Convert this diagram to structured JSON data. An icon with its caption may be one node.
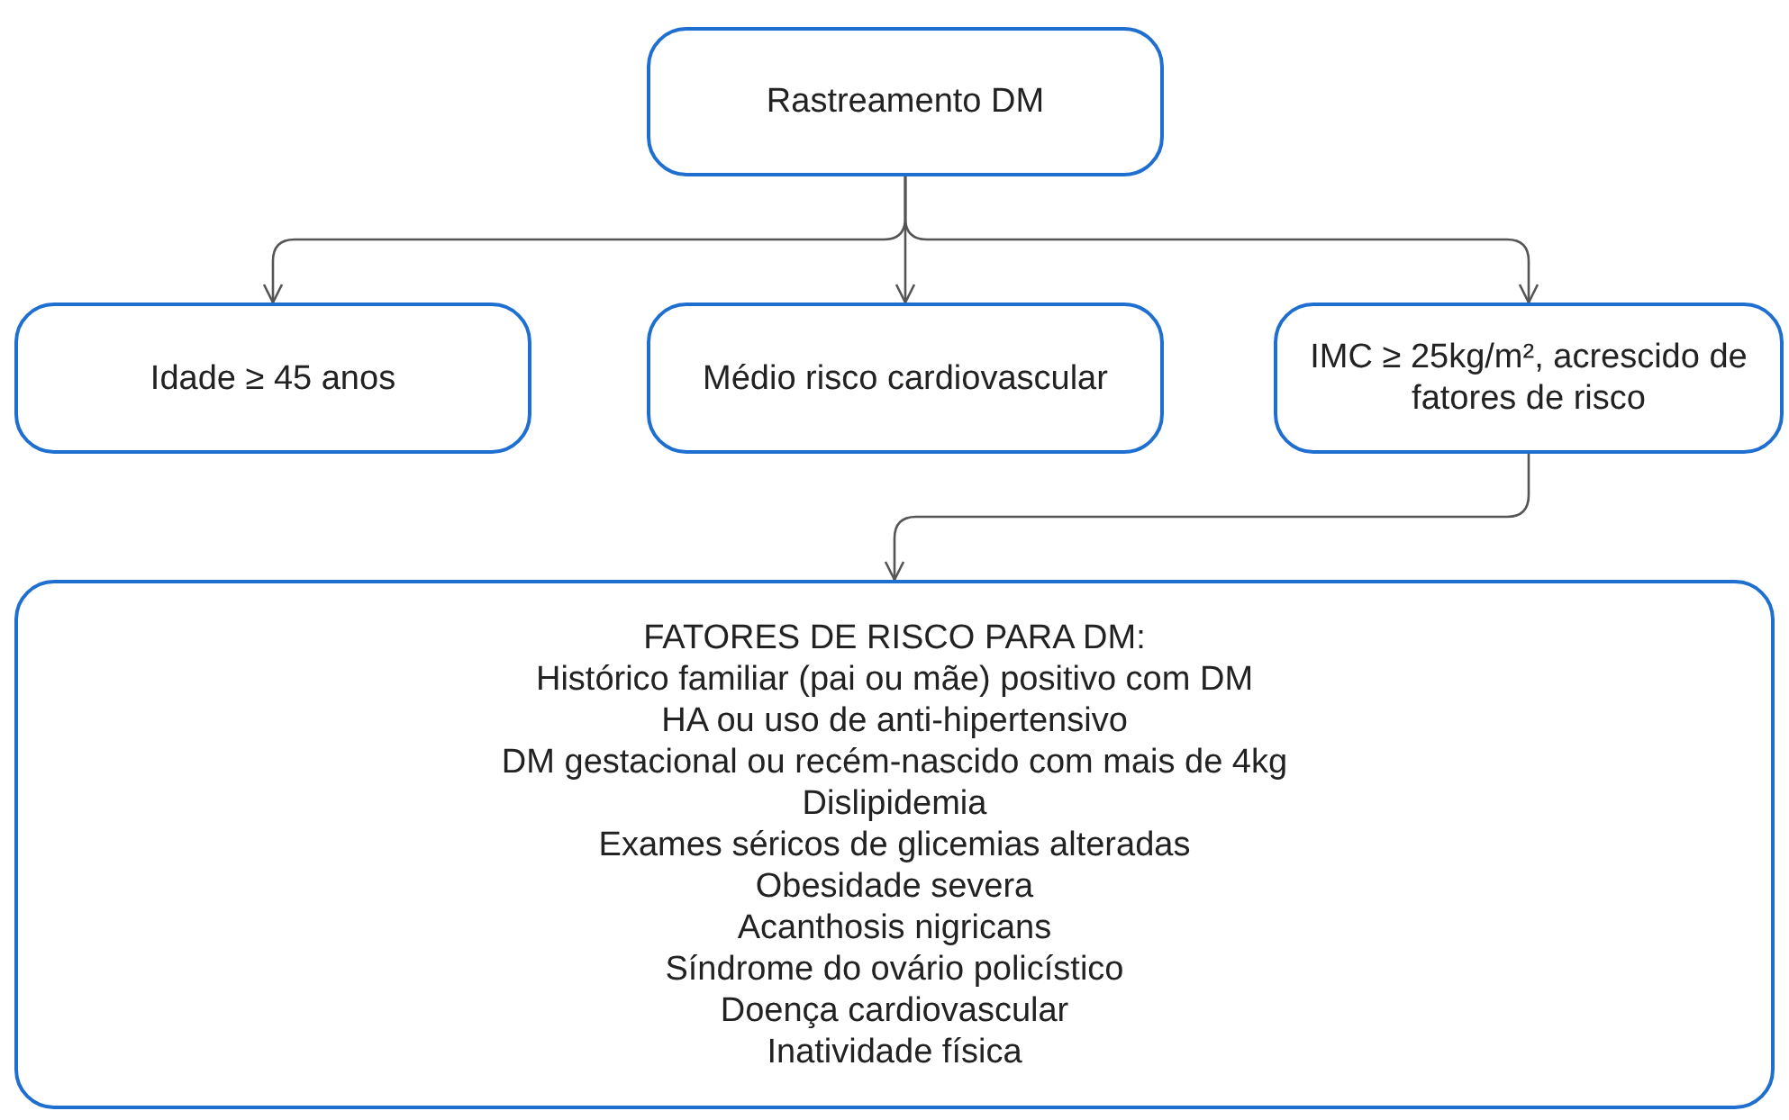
{
  "diagram": {
    "nodes": [
      {
        "text": [
          "Rastreamento DM"
        ]
      },
      {
        "text": [
          "Idade ≥ 45 anos"
        ]
      },
      {
        "text": [
          "Médio risco cardiovascular"
        ]
      },
      {
        "text": [
          "IMC ≥ 25kg/m², acrescido de fatores de risco"
        ]
      },
      {
        "text": [
          "FATORES DE RISCO PARA DM:",
          "Histórico familiar (pai ou mãe) positivo com DM",
          "HA ou uso de anti-hipertensivo",
          "DM gestacional ou recém-nascido com mais de 4kg",
          "Dislipidemia",
          "Exames séricos de glicemias alteradas",
          "Obesidade severa",
          "Acanthosis nigricans",
          "Síndrome do ovário policístico",
          "Doença cardiovascular",
          "Inatividade física"
        ]
      }
    ],
    "edges": [
      {
        "from": 0,
        "to": 1,
        "arrow": "to"
      },
      {
        "from": 0,
        "to": 2,
        "arrow": "to"
      },
      {
        "from": 0,
        "to": 3,
        "arrow": "to"
      },
      {
        "from": 3,
        "to": 4,
        "arrow": "to"
      }
    ]
  }
}
